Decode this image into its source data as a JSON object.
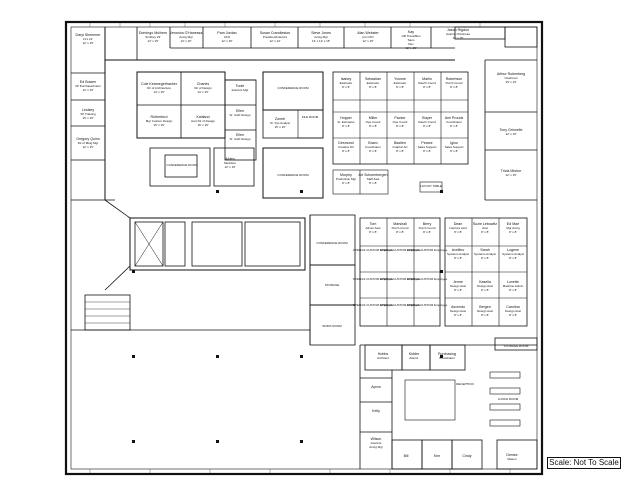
{
  "scale_note": "Scale: Not To Scale",
  "rooms": [
    {
      "id": "r01",
      "name": "Daryl Shemmer",
      "sub": "11'x 21' / 12' x 15'"
    },
    {
      "id": "r02",
      "name": "Domingo Mulhern",
      "sub": "Smithey 23' / 13' x 15'"
    },
    {
      "id": "r03",
      "name": "Veronica O'Hanessa",
      "sub": "Acctg Mgr / 13' x 15'"
    },
    {
      "id": "r04",
      "name": "Pam Jordan",
      "sub": "CFO / 12' x 15'"
    },
    {
      "id": "r05",
      "name": "Susan Crandleston",
      "sub": "President/Interiors / 12' x 13'"
    },
    {
      "id": "r06",
      "name": "Steve Jones",
      "sub": "Acctg Mgr / 13' x 12' x 15'"
    },
    {
      "id": "r07",
      "name": "Alan Webster",
      "sub": "pro CFO / 12' x 15'"
    },
    {
      "id": "r08",
      "name": "Kay",
      "sub": "HR Trans/Ben / Saco / Dev / 12' x 15'"
    },
    {
      "id": "r09",
      "name": "Jason Rigdon",
      "sub": "Avail in Christmas / 11' x 15'"
    },
    {
      "id": "r10",
      "name": "Ed Bowen",
      "sub": "VP Purchase/Intern / 12' x 15'"
    },
    {
      "id": "r11",
      "name": "Cole Keamegerhasher",
      "sub": "Dir of Architecture / 13' x 15'"
    },
    {
      "id": "r12",
      "name": "Charles",
      "sub": "Dir of Design / 13' x 15'"
    },
    {
      "id": "r13",
      "name": "Rutherford",
      "sub": "Mgr Custom Design / 15' x 15'"
    },
    {
      "id": "r14",
      "name": "Kaitland",
      "sub": "Acct Dir of Design / 15' x 15'"
    },
    {
      "id": "r15",
      "name": "Toole",
      "sub": "Interiors Mgr"
    },
    {
      "id": "r16",
      "name": "Ellen",
      "sub": "Sr. CAD Design"
    },
    {
      "id": "r17",
      "name": "Ellen",
      "sub": "Sr. CAD Design"
    },
    {
      "id": "r18",
      "name": "Lindsey",
      "sub": "VP Training / 15' x 15'"
    },
    {
      "id": "r19",
      "name": "Gregory Quinn",
      "sub": "Dir of Mktg Mgr / 12' x 15'"
    },
    {
      "id": "r20",
      "name": "Zoneb",
      "sub": "Sr. Sys Analyst / 15' x 15'"
    },
    {
      "id": "r21",
      "name": "Arthur Rolemberg",
      "sub": "Chairman / 15' x 15'"
    },
    {
      "id": "r22",
      "name": "Tony Grinnelle",
      "sub": "12' x 15'"
    },
    {
      "id": "r23",
      "name": "Tricia Mishor",
      "sub": "12' x 15'"
    },
    {
      "id": "r24",
      "name": "Alden",
      "sub": "Medrano / 12' x 15'"
    }
  ],
  "labels": [
    {
      "id": "l01",
      "text": "CONFERENCE ROOM"
    },
    {
      "id": "l02",
      "text": "FILE ROOM"
    },
    {
      "id": "l03",
      "text": "CONFERENCE ROOM"
    },
    {
      "id": "l04",
      "text": "CONFERENCE ROOM"
    },
    {
      "id": "l05",
      "text": "CONFERENCE ROOM"
    },
    {
      "id": "l06",
      "text": "WORK ROOM"
    },
    {
      "id": "l07",
      "text": "STORAGE"
    },
    {
      "id": "l08",
      "text": "LAYOUT TABLE"
    },
    {
      "id": "l09",
      "text": "RECEPTION"
    },
    {
      "id": "l10",
      "text": "LUNCH ROOM"
    },
    {
      "id": "l11",
      "text": "STORAGE ROOM"
    },
    {
      "id": "l12",
      "text": "COPY ROOM"
    },
    {
      "id": "l13",
      "text": "WORK ROOM"
    }
  ],
  "cubes_a": [
    {
      "name": "Isabey",
      "sub": "Estimator / 8' x 8'"
    },
    {
      "name": "Sebastian",
      "sub": "Estimator / 8' x 8'"
    },
    {
      "name": "Yvonne",
      "sub": "Estimator / 8' x 8'"
    },
    {
      "name": "Marlin",
      "sub": "Dasch Coord / 8' x 8'"
    },
    {
      "name": "Robertson",
      "sub": "Purch Coord / 8' x 8'"
    },
    {
      "name": "Hopper",
      "sub": "Sr. Estimator / 8' x 8'"
    },
    {
      "name": "Miller",
      "sub": "Ope Coord / 8' x 8'"
    },
    {
      "name": "Packer",
      "sub": "Ope Coord / 8' x 8'"
    },
    {
      "name": "Slayer",
      "sub": "Dasch Coord / 8' x 8'"
    },
    {
      "name": "Ami Prouds",
      "sub": "Coordinator / 8' x 8'"
    },
    {
      "name": "Desmund",
      "sub": "Creative Dir / 8' x 8'"
    },
    {
      "name": "Bravo",
      "sub": "Coordinator / 8' x 8'"
    },
    {
      "name": "Bastien",
      "sub": "Graphic Art / 8' x 8'"
    },
    {
      "name": "Pearce",
      "sub": "Sales Support / 8' x 8'"
    },
    {
      "name": "Igloo",
      "sub": "Sales Support / 8' x 8'"
    },
    {
      "name": "Murphy",
      "sub": "Production Mgr / 8' x 8'"
    },
    {
      "name": "Art Schoenbergen",
      "sub": "Staff Asst / 8' x 8'"
    }
  ],
  "cubes_b": [
    {
      "name": "Tom",
      "sub": "Admin Asst / 8' x 8'"
    },
    {
      "name": "Marshall",
      "sub": "Purch Coord / 8' x 8'"
    },
    {
      "name": "Berry",
      "sub": "Purch Coord / 8' x 8'"
    },
    {
      "name": "Dean",
      "sub": "Interiors Asst / 8' x 8'"
    },
    {
      "name": "Suzie Lebowitz",
      "sub": "Asst / 8' x 8'"
    },
    {
      "name": "Ed Mae",
      "sub": "Mgr Acctg / 8' x 8'"
    },
    {
      "name": "Avellino",
      "sub": "Systems Analyst / 8' x 8'"
    },
    {
      "name": "Sarah",
      "sub": "Systems Analyst / 8' x 8'"
    },
    {
      "name": "Lugene",
      "sub": "Systems Analyst / 8' x 8'"
    },
    {
      "name": "Jenne",
      "sub": "Design Asst / 8' x 8'"
    },
    {
      "name": "Kasella",
      "sub": "Design Asst / 8' x 8'"
    },
    {
      "name": "Lunette",
      "sub": "Machine Admin / 8' x 8'"
    },
    {
      "name": "Ascendo",
      "sub": "Design Asst / 8' x 8'"
    },
    {
      "name": "Bergen",
      "sub": "Design Asst / 8' x 8'"
    },
    {
      "name": "Carolina",
      "sub": "Design Asst / 8' x 8'"
    }
  ],
  "open_cubes": [
    "OPEN/24 CUSTOM Employee"
  ],
  "lower_rooms": [
    {
      "name": "Hobbs",
      "sub": "Architect"
    },
    {
      "name": "Kidder",
      "sub": "Attend."
    },
    {
      "name": "Purchasing",
      "sub": "Coordinator"
    },
    {
      "name": "Apron",
      "sub": ""
    },
    {
      "name": "Kelly",
      "sub": ""
    },
    {
      "name": "Wilson",
      "sub": "Interiors / Acctg Mgr"
    },
    {
      "name": "Bill",
      "sub": ""
    },
    {
      "name": "Kim",
      "sub": ""
    },
    {
      "name": "Cindy",
      "sub": ""
    },
    {
      "name": "Denise",
      "sub": "Mason"
    }
  ]
}
